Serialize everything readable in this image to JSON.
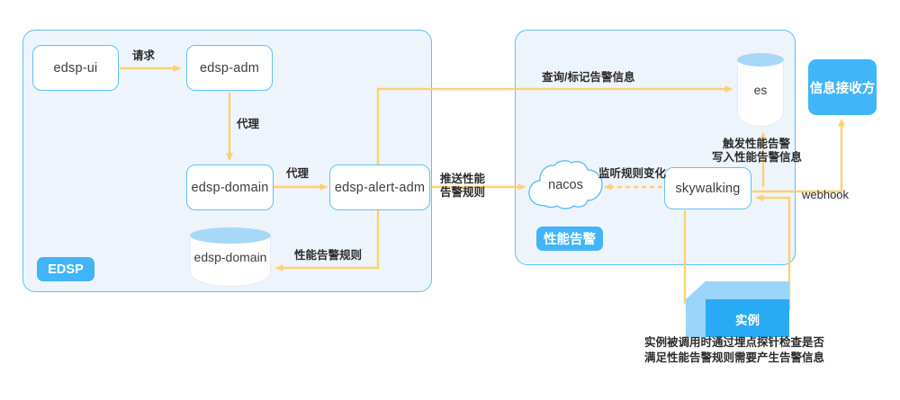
{
  "diagram": {
    "title": "EDSP 性能告警架构图",
    "colors": {
      "panel_fill": "#eef4fc",
      "panel_border": "#5ec1f5",
      "node_border": "#5ec1f5",
      "accent_blue": "#41b5f7",
      "arrow_yellow": "#f9d270",
      "arrow_head": "#fcd775",
      "cyl_top": "#a7d8f7",
      "text": "#3d3d3d"
    }
  },
  "panels": [
    {
      "name": "edsp",
      "badge": "EDSP"
    },
    {
      "name": "perf-alert",
      "badge": "性能告警"
    }
  ],
  "nodes": {
    "edsp_ui": "edsp-ui",
    "edsp_adm": "edsp-adm",
    "edsp_domain_svc": "edsp-domain",
    "edsp_alert_adm": "edsp-alert-adm",
    "edsp_domain_db": "edsp-domain",
    "nacos": "nacos",
    "skywalking": "skywalking",
    "es": "es",
    "receiver": "信息接收方",
    "instance": "实例"
  },
  "edge_labels": {
    "request": "请求",
    "proxy_1": "代理",
    "proxy_2": "代理",
    "perf_alert_rule": "性能告警规则",
    "push_perf_rule_line1": "推送性能",
    "push_perf_rule_line2": "告警规则",
    "query_mark_alert": "查询/标记告警信息",
    "watch_rule_change": "监听规则变化",
    "trigger_line1": "触发性能告警",
    "trigger_line2": "写入性能告警信息",
    "webhook": "webhook"
  },
  "caption": {
    "instance_note": "实例被调用时通过埋点探针检查是否\n满足性能告警规则需要产生告警信息"
  }
}
